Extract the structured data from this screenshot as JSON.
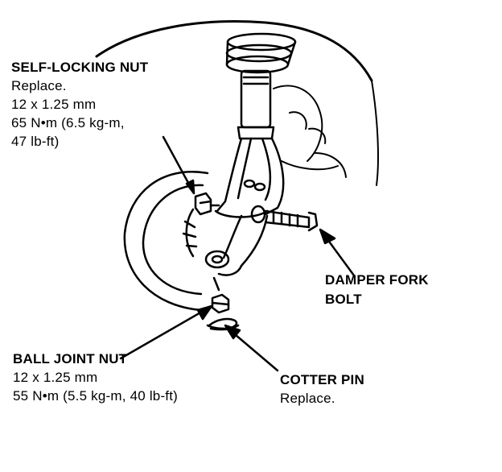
{
  "labels": {
    "self_locking_nut": {
      "title": "SELF-LOCKING NUT",
      "note": "Replace.",
      "size": "12 x 1.25 mm",
      "torque_1": "65 N•m (6.5 kg-m,",
      "torque_2": "47 lb-ft)"
    },
    "damper_fork_bolt": {
      "title_1": "DAMPER FORK",
      "title_2": "BOLT"
    },
    "ball_joint_nut": {
      "title": "BALL JOINT NUT",
      "size": "12 x 1.25 mm",
      "torque": "55 N•m (5.5 kg-m, 40 lb-ft)"
    },
    "cotter_pin": {
      "title": "COTTER PIN",
      "note": "Replace."
    }
  }
}
